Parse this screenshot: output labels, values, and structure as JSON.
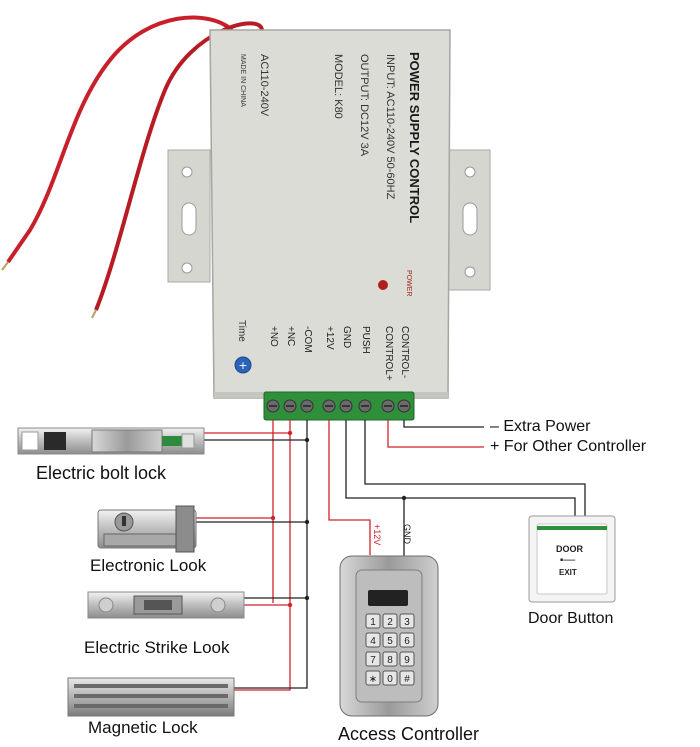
{
  "power_supply": {
    "title": "POWER SUPPLY CONTROL",
    "input": "INPUT: AC110-240V  50-60HZ",
    "output": "OUTPUT: DC12V  3A",
    "model": "MODEL: K80",
    "voltage": "AC110-240V",
    "made_in": "MADE IN CHINA",
    "power_led_label": "POWER",
    "time_label": "Time",
    "terminals": [
      "+NO",
      "+NC",
      "-COM",
      "+12V",
      "GND",
      "PUSH",
      "CONTROL+",
      "CONTROL-"
    ]
  },
  "extra_power": {
    "minus_line": "–  Extra Power",
    "plus_line": "+  For Other Controller"
  },
  "devices": {
    "bolt_lock": "Electric bolt lock",
    "electronic_lock": "Electronic Look",
    "strike_lock": "Electric Strike Look",
    "magnetic_lock": "Magnetic Lock",
    "access_controller": "Access Controller",
    "door_button": "Door Button"
  },
  "door_button_face": {
    "line1": "DOOR",
    "line2": "EXIT"
  },
  "wire_labels": {
    "plus12v": "+12V",
    "gnd": "GND"
  },
  "keypad_keys": [
    "1",
    "2",
    "3",
    "4",
    "5",
    "6",
    "7",
    "8",
    "9",
    "∗",
    "0",
    "#"
  ],
  "colors": {
    "red_wire": "#d0232a",
    "dark_wire": "#222222",
    "terminal_green": "#2f8f3a",
    "psu_body": "#dcdcd6"
  }
}
